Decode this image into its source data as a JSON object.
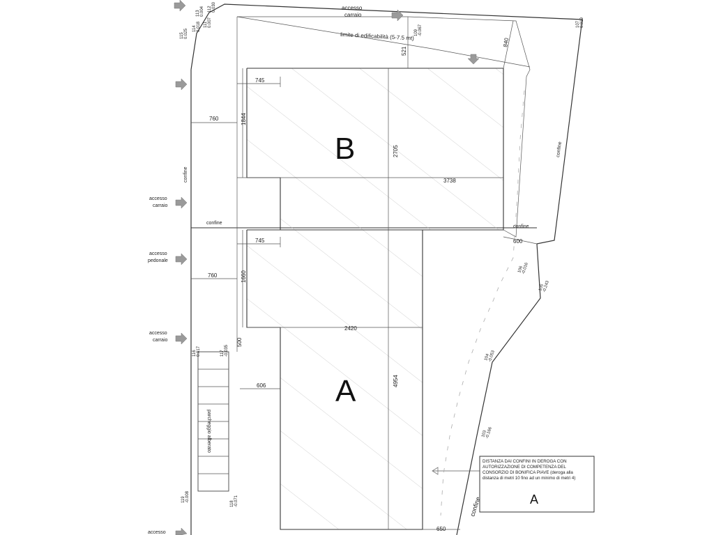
{
  "labels": {
    "accesso_carraio_top": [
      "accesso",
      "carraio"
    ],
    "limite": "limite di edificabilità (5-7.5 mt)",
    "accesso_carraio_mid": [
      "accesso",
      "carraio"
    ],
    "accesso_pedonale": [
      "accesso",
      "pedonale"
    ],
    "accesso_carraio_low": [
      "accesso",
      "carraio"
    ],
    "accesso_bottom": "accesso",
    "confine_left": "confine",
    "confine_mid": "confine",
    "confine_right_mid": "confine",
    "confine_right_top": "confine",
    "confine_bottom": "confine",
    "parcheggio": "parcheggio alberato"
  },
  "buildings": {
    "b": "B",
    "a": "A"
  },
  "dimensions": {
    "d760_top": "760",
    "d745_top": "745",
    "d1844": "1844",
    "d2705": "2705",
    "d3738": "3738",
    "d521": "521",
    "d840": "840",
    "d600": "600",
    "d760_low": "760",
    "d745_low": "745",
    "d1660": "1660",
    "d2420": "2420",
    "d500": "500",
    "d606": "606",
    "d4954": "4954",
    "d650": "650"
  },
  "points": {
    "p113": [
      "113",
      "0.004"
    ],
    "p112": [
      "112",
      "0.030"
    ],
    "p111": [
      "111",
      "0.007"
    ],
    "p114": [
      "114",
      "0.018"
    ],
    "p115": [
      "115",
      "0.025"
    ],
    "p109": [
      "109",
      "-0.067"
    ],
    "p107": [
      "107",
      "0.019"
    ],
    "p106": [
      "106",
      "-0.016"
    ],
    "p105": [
      "105",
      "-0.243"
    ],
    "p104": [
      "104",
      "-0.053"
    ],
    "p103": [
      "103",
      "-0.166"
    ],
    "p116": [
      "116",
      "0.017"
    ],
    "p117": [
      "117",
      "-0.035"
    ],
    "p119": [
      "119",
      "-0.008"
    ],
    "p118": [
      "118",
      "-0.071"
    ]
  },
  "note": {
    "lines": [
      "DISTANZA DAI CONFINI IN DEROGA CON",
      "AUTORIZZAZIONE DI COMPETENZA DEL",
      "CONSORZIO DI BONIFICA PIAVE (deroga alla",
      "distanza di metri 10 fino ad un minimo di metri 4)"
    ],
    "letter": "A"
  }
}
